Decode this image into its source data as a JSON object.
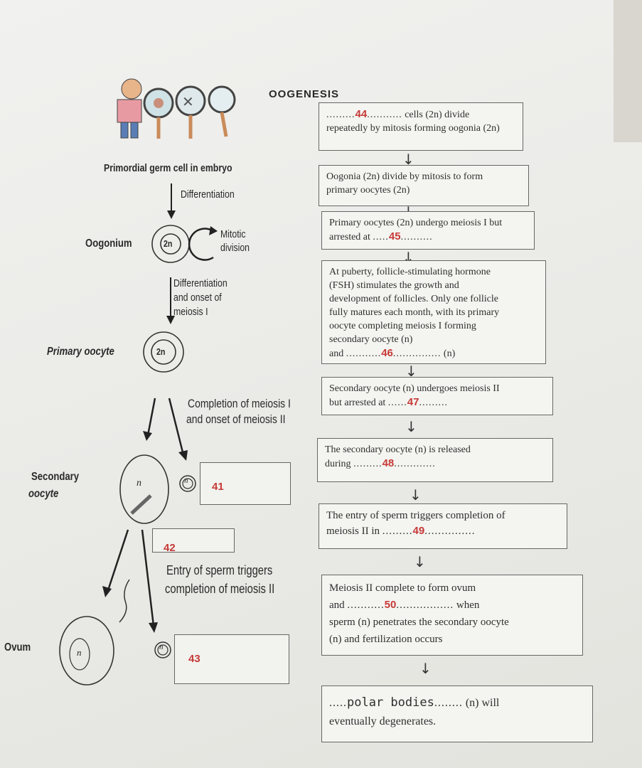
{
  "title": "OOGENESIS",
  "left": {
    "primordial_label": "Primordial germ cell in embryo",
    "differentiation": "Differentiation",
    "oogonium_label": "Oogonium",
    "oogonium_ploidy": "2n",
    "mitotic_label_1": "Mitotic",
    "mitotic_label_2": "division",
    "diff_onset_1": "Differentiation",
    "diff_onset_2": "and onset of",
    "diff_onset_3": "meiosis I",
    "primary_oocyte_label": "Primary oocyte",
    "primary_ploidy": "2n",
    "completion_1": "Completion of meiosis I",
    "completion_2": "and onset of meiosis II",
    "secondary_label_1": "Secondary",
    "secondary_label_2": "oocyte",
    "secondary_ploidy": "n",
    "polar_ploidy": "n",
    "q41": "41",
    "q42": "42",
    "entry_1": "Entry of sperm triggers",
    "entry_2": "completion of meiosis II",
    "ovum_label": "Ovum",
    "ovum_ploidy": "n",
    "polar2_ploidy": "n",
    "q43": "43"
  },
  "right": {
    "b1_num": "44",
    "b1_tail": "cells (2n) divide",
    "b1_line2": "repeatedly by mitosis forming oogonia (2n)",
    "b2_line1": "Oogonia (2n) divide by mitosis to form",
    "b2_line2": "primary oocytes (2n)",
    "b3_line1": "Primary oocytes (2n) undergo meiosis I but",
    "b3_pre": "arrested at",
    "b3_num": "45",
    "b4_line1": "At puberty, follicle-stimulating hormone",
    "b4_line2": "(FSH) stimulates the growth and",
    "b4_line3": "development of follicles. Only one follicle",
    "b4_line4": "fully matures each month, with its primary",
    "b4_line5": "oocyte completing meiosis I forming",
    "b4_line6": "secondary oocyte (n)",
    "b4_pre": "and",
    "b4_num": "46",
    "b4_post": "(n)",
    "b5_line1": "Secondary oocyte (n) undergoes meiosis II",
    "b5_pre": "but arrested at",
    "b5_num": "47",
    "b6_line1": "The secondary oocyte (n) is released",
    "b6_pre": "during",
    "b6_num": "48",
    "b7_line1": "The entry of sperm triggers completion of",
    "b7_pre": "meiosis II in",
    "b7_num": "49",
    "b8_line1": "Meiosis II complete to form ovum",
    "b8_pre": "and",
    "b8_num": "50",
    "b8_post": "when",
    "b8_line3": "sperm (n) penetrates the secondary oocyte",
    "b8_line4": "(n) and fertilization occurs",
    "b9_answer": "polar bodies",
    "b9_tail": "(n) will",
    "b9_line2": "eventually degenerates.",
    "down_arrow": "↓"
  }
}
